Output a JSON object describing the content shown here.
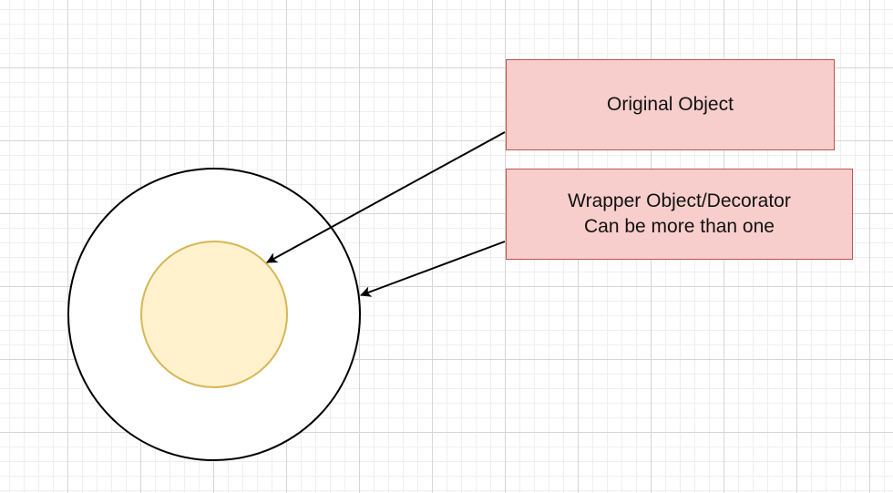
{
  "nodes": {
    "original": {
      "label": "Original Object",
      "fill": "#f8cecc",
      "stroke": "#b85450"
    },
    "wrapper": {
      "line1": "Wrapper Object/Decorator",
      "line2": "Can be more than one",
      "fill": "#f8cecc",
      "stroke": "#b85450"
    },
    "outer_circle": {
      "fill": "#ffffff",
      "stroke": "#000000"
    },
    "inner_circle": {
      "fill": "#fff2cc",
      "stroke": "#d6b656"
    }
  },
  "edges": [
    {
      "from": "original",
      "to": "inner_circle"
    },
    {
      "from": "wrapper",
      "to": "outer_circle"
    }
  ]
}
